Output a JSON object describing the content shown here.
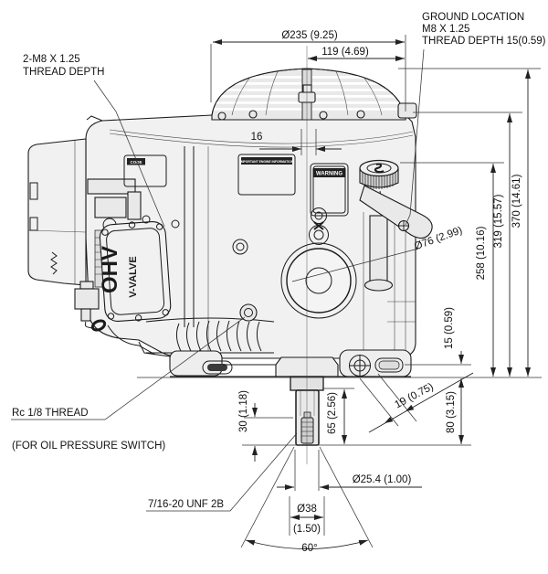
{
  "colors": {
    "line": "#1b1b1b",
    "fill_light": "#f1f1f1",
    "background": "#ffffff"
  },
  "labels": {
    "thread2m8": {
      "line1": "2-M8 X 1.25",
      "line2": "THREAD DEPTH"
    },
    "ground": {
      "line1": "GROUND LOCATION",
      "line2": "M8 X 1.25",
      "line3": "THREAD DEPTH 15(0.59)"
    },
    "oilswitch": {
      "line1": "Rc 1/8 THREAD",
      "line2": "(FOR OIL PRESSURE SWITCH)"
    },
    "shaft_thread": "7/16-20 UNF 2B"
  },
  "dims": {
    "d235": "Ø235 (9.25)",
    "d119": "119 (4.69)",
    "d16": "16",
    "d76": "Ø76 (2.99)",
    "d258": "258 (10.16)",
    "d319": "319 (15.57)",
    "d370": "370 (14.61)",
    "d15": "15 (0.59)",
    "d19": "19 (0.75)",
    "d80": "80 (3.15)",
    "d30": "30 (1.18)",
    "d65": "65 (2.56)",
    "d254": "Ø25.4 (1.00)",
    "d38mm": "Ø38",
    "d38in": "(1.50)",
    "d60": "60°"
  },
  "markings": {
    "ohv": "OHV",
    "vvalve": "V-VALVE",
    "warning": "WARNING",
    "info": "IMPORTANT ENGINE INFORMATION",
    "code": "CODE"
  }
}
